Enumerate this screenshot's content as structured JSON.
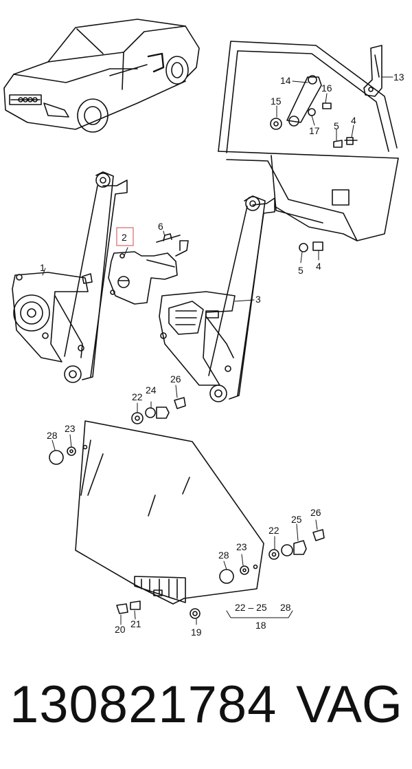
{
  "diagram": {
    "callouts": {
      "c1": "1",
      "c2": "2",
      "c3": "3",
      "c4a": "4",
      "c4b": "4",
      "c5a": "5",
      "c5b": "5",
      "c6": "6",
      "c13": "13",
      "c14": "14",
      "c15": "15",
      "c16": "16",
      "c17": "17",
      "c18": "18",
      "c19": "19",
      "c20": "20",
      "c21": "21",
      "c22a": "22",
      "c22b": "22",
      "c23a": "23",
      "c23b": "23",
      "c24": "24",
      "c25": "25",
      "c26a": "26",
      "c26b": "26",
      "c28a": "28",
      "c28b": "28",
      "c18range": "22 – 25",
      "c18range28": "28"
    },
    "highlight_color": "#e07a7a"
  },
  "footer": {
    "part_number": "130821784",
    "brand": "VAG"
  }
}
